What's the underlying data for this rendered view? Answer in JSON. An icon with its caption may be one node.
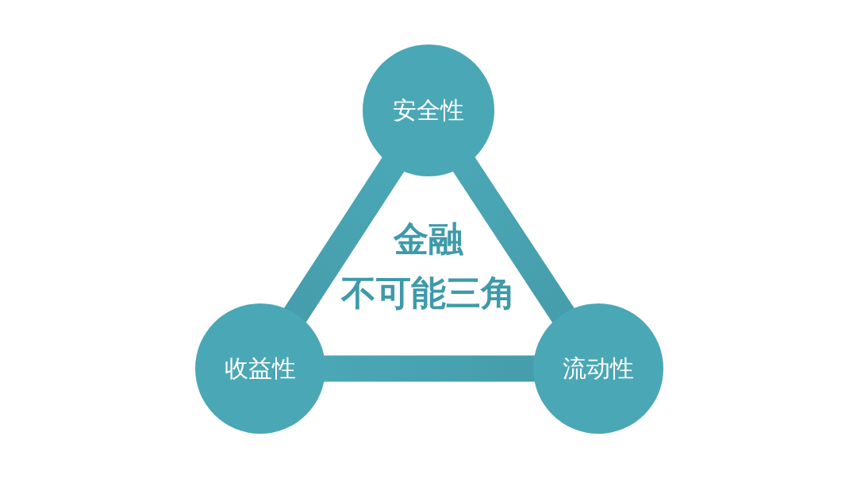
{
  "diagram": {
    "title": "金融不可能三角",
    "nodes": [
      {
        "text": [
          "安全性"
        ]
      },
      {
        "text": [
          "收益性"
        ]
      },
      {
        "text": [
          "流动性"
        ]
      }
    ],
    "edges": [
      {
        "from": 0,
        "to": 1,
        "arrow": "none"
      },
      {
        "from": 0,
        "to": 2,
        "arrow": "none"
      },
      {
        "from": 1,
        "to": 2,
        "arrow": "none"
      }
    ]
  }
}
